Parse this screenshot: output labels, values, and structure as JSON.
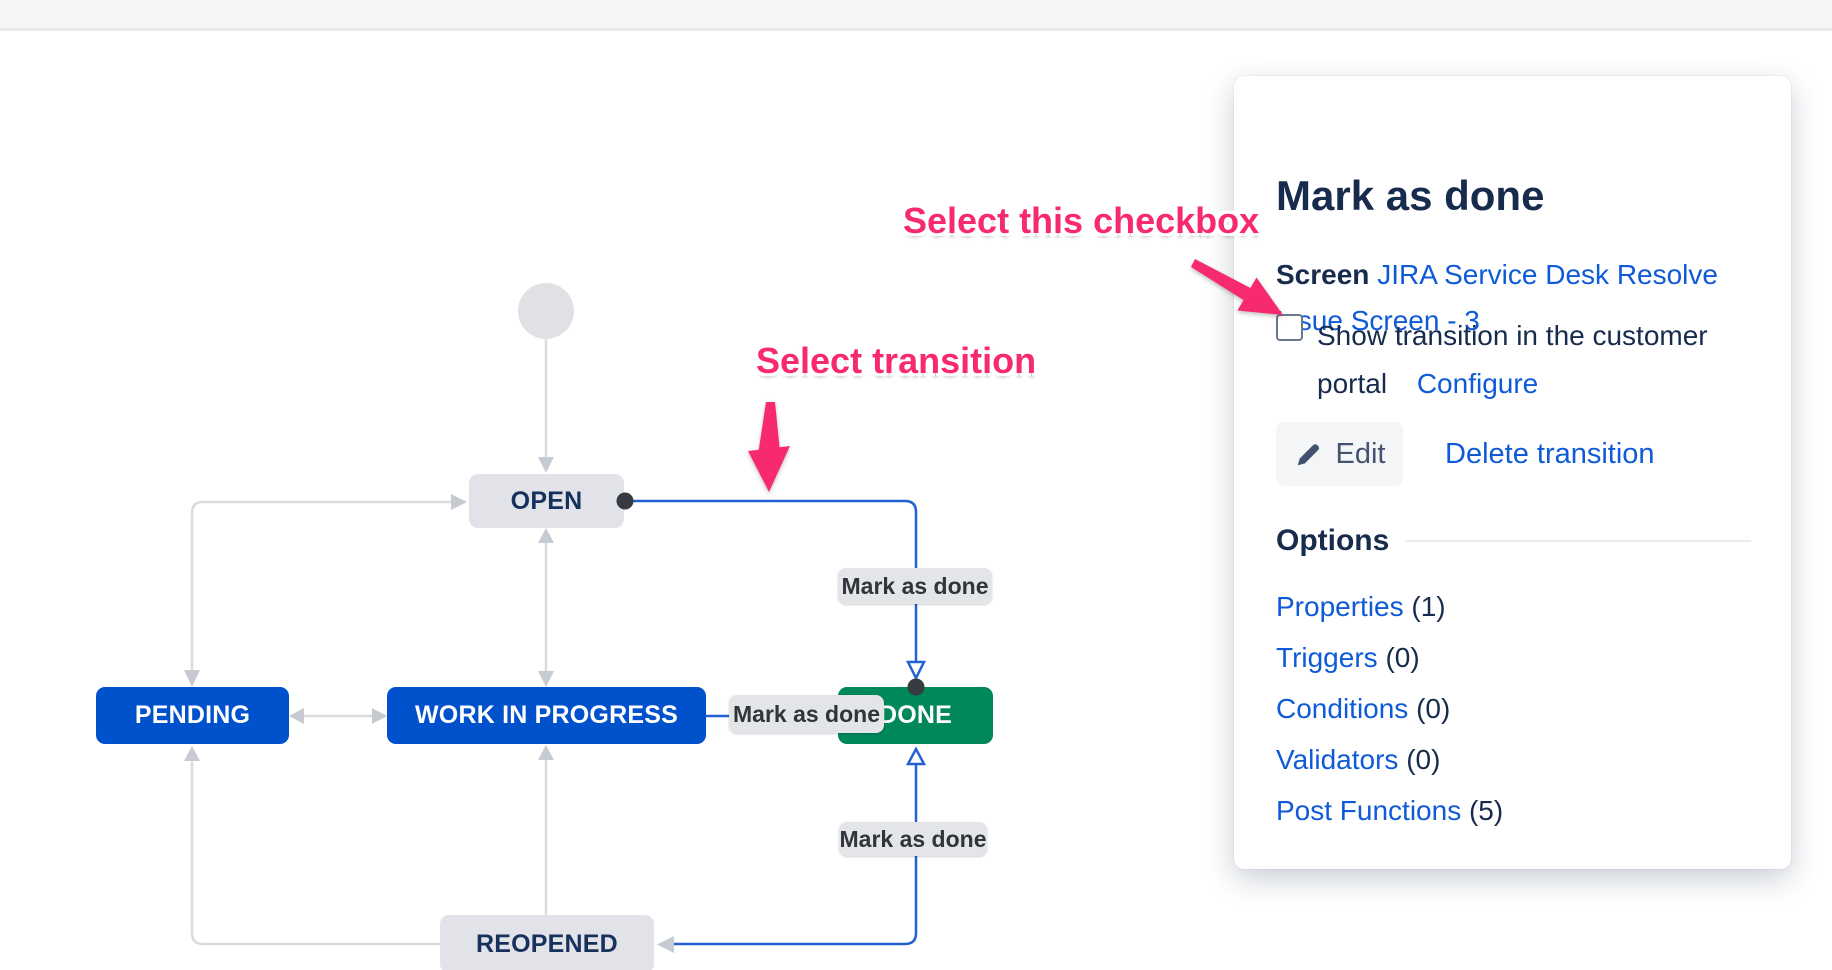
{
  "diagram": {
    "states": [
      {
        "id": "open",
        "label": "OPEN"
      },
      {
        "id": "pending",
        "label": "PENDING"
      },
      {
        "id": "wip",
        "label": "WORK IN PROGRESS"
      },
      {
        "id": "done",
        "label": "DONE"
      },
      {
        "id": "reopened",
        "label": "REOPENED"
      }
    ],
    "transition_labels": [
      "Mark as done",
      "Mark as done",
      "Mark as done"
    ],
    "colors": {
      "state_blue": "#0052CC",
      "state_green": "#00875A",
      "state_gray": "#e1e3e8",
      "selected_transition_blue": "#2161d2",
      "connector_gray": "#d9dbdf"
    }
  },
  "annotations": {
    "select_transition": "Select transition",
    "select_checkbox": "Select this checkbox",
    "pink": "#f72a6e"
  },
  "panel": {
    "title": "Mark as done",
    "screen_label": "Screen",
    "screen_link": "JIRA Service Desk Resolve Issue Screen - 3",
    "checkbox_label": "Show transition in the customer portal",
    "configure_label": "Configure",
    "edit_label": "Edit",
    "delete_label": "Delete transition",
    "options_title": "Options",
    "options": [
      {
        "label": "Properties",
        "count": "(1)"
      },
      {
        "label": "Triggers",
        "count": "(0)"
      },
      {
        "label": "Conditions",
        "count": "(0)"
      },
      {
        "label": "Validators",
        "count": "(0)"
      },
      {
        "label": "Post Functions",
        "count": "(5)"
      }
    ],
    "link_color": "#0e5ad8"
  }
}
